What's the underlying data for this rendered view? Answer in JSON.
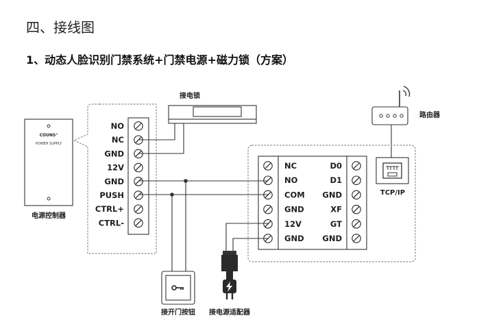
{
  "section_title": "四、接线图",
  "scheme_title": "1、动态人脸识别门禁系统+门禁电源+磁力锁（方案）",
  "power_supply": {
    "brand": "COUNS°",
    "model": "POWER SUPPLY",
    "caption": "电源控制器",
    "terminals": [
      "NO",
      "NC",
      "GND",
      "12V",
      "GND",
      "PUSH",
      "CTRL+",
      "CTRL-"
    ]
  },
  "magnetic_lock": {
    "caption": "接电锁"
  },
  "exit_button": {
    "caption": "接开门按钮"
  },
  "adapter": {
    "caption": "接电源适配器"
  },
  "router": {
    "caption": "路由器"
  },
  "network_port": {
    "caption": "TCP/IP"
  },
  "controller": {
    "left_terminals": [
      "NC",
      "NO",
      "COM",
      "GND",
      "12V",
      "GND"
    ],
    "right_terminals": [
      "D0",
      "D1",
      "GND",
      "XF",
      "GT",
      "GND"
    ]
  },
  "icons": [
    "screw-terminal-icon",
    "key-icon",
    "lightning-plug-icon",
    "wifi-signal-icon",
    "rj45-port-icon"
  ]
}
